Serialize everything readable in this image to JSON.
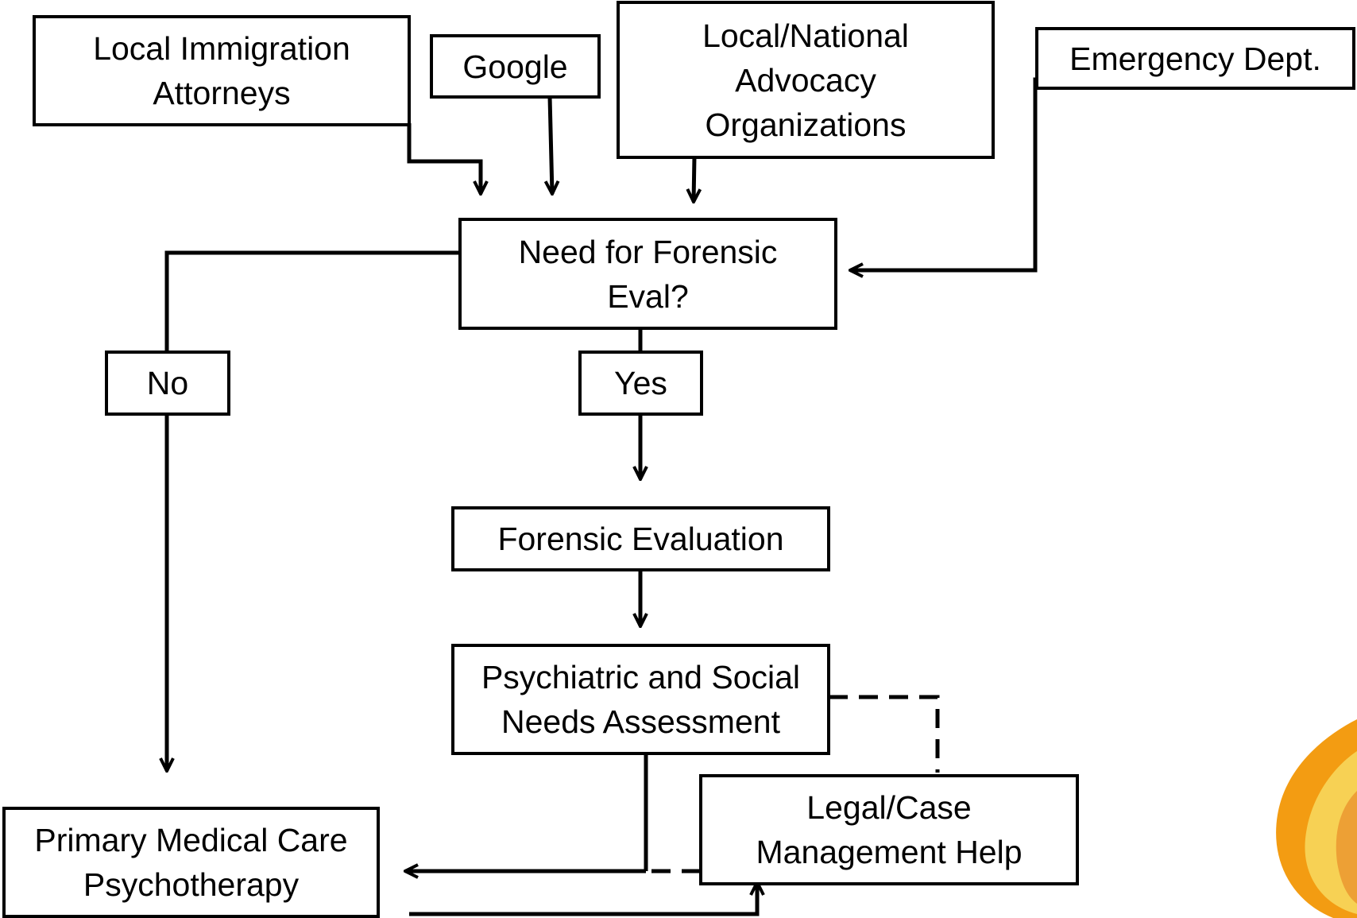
{
  "nodes": {
    "attorneys": "Local Immigration\nAttorneys",
    "google": "Google",
    "advocacy": "Local/National\nAdvocacy\nOrganizations",
    "emergency": "Emergency Dept.",
    "need_eval": "Need for Forensic\nEval?",
    "no": "No",
    "yes": "Yes",
    "forensic_eval": "Forensic Evaluation",
    "assessment": "Psychiatric and Social\nNeeds Assessment",
    "legal_help": "Legal/Case\nManagement Help",
    "primary_care": "Primary Medical Care\nPsychotherapy"
  },
  "colors": {
    "line": "#000000",
    "box_border": "#000000",
    "logo_outer": "#f39c12",
    "logo_inner": "#f7d154"
  },
  "icons": {
    "logo": "flame-logo-icon"
  }
}
